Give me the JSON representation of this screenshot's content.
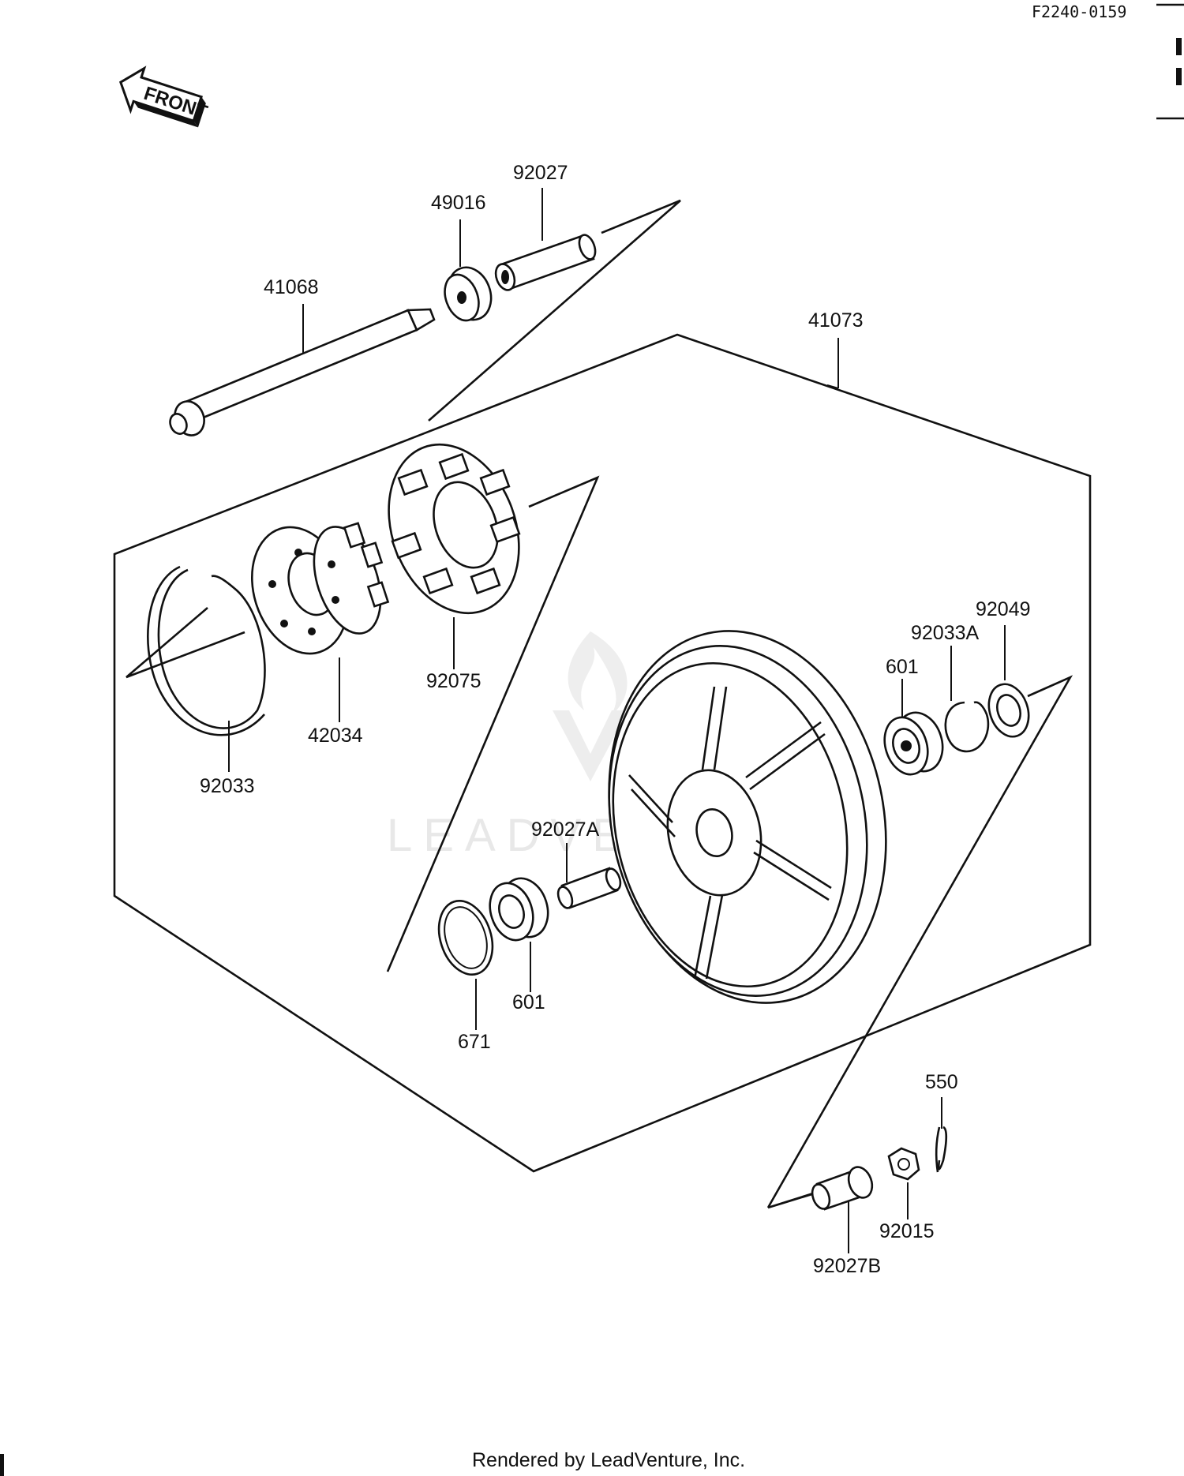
{
  "header": {
    "figure_code": "F2240-0159"
  },
  "front_marker": {
    "label": "FRONT"
  },
  "watermark": {
    "text": "LEADVENTURE"
  },
  "parts": [
    {
      "key": "p41068",
      "number": "41068"
    },
    {
      "key": "p49016",
      "number": "49016"
    },
    {
      "key": "p92027",
      "number": "92027"
    },
    {
      "key": "p41073",
      "number": "41073"
    },
    {
      "key": "p92033",
      "number": "92033"
    },
    {
      "key": "p42034",
      "number": "42034"
    },
    {
      "key": "p92075",
      "number": "92075"
    },
    {
      "key": "p601a",
      "number": "601"
    },
    {
      "key": "p92033A",
      "number": "92033A"
    },
    {
      "key": "p92049",
      "number": "92049"
    },
    {
      "key": "p92027A",
      "number": "92027A"
    },
    {
      "key": "p671",
      "number": "671"
    },
    {
      "key": "p601b",
      "number": "601"
    },
    {
      "key": "p550",
      "number": "550"
    },
    {
      "key": "p92015",
      "number": "92015"
    },
    {
      "key": "p92027B",
      "number": "92027B"
    }
  ],
  "footer": {
    "text": "Rendered by LeadVenture, Inc."
  }
}
